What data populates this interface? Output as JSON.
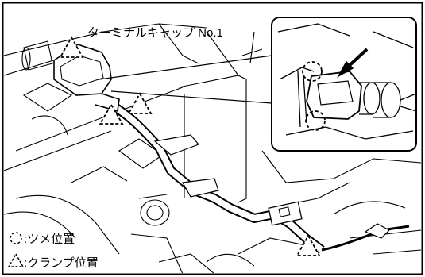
{
  "callout": {
    "label": "ターミナルキャップ No.1"
  },
  "legend": {
    "claw_symbol_text": ":ツメ位置",
    "clamp_symbol_text": ":クランプ位置"
  },
  "icons": {
    "claw_marker": "dashed-circle-icon",
    "clamp_marker": "dashed-triangle-icon",
    "pointer": "arrow-icon"
  },
  "colors": {
    "line": "#000000",
    "background": "#ffffff"
  }
}
